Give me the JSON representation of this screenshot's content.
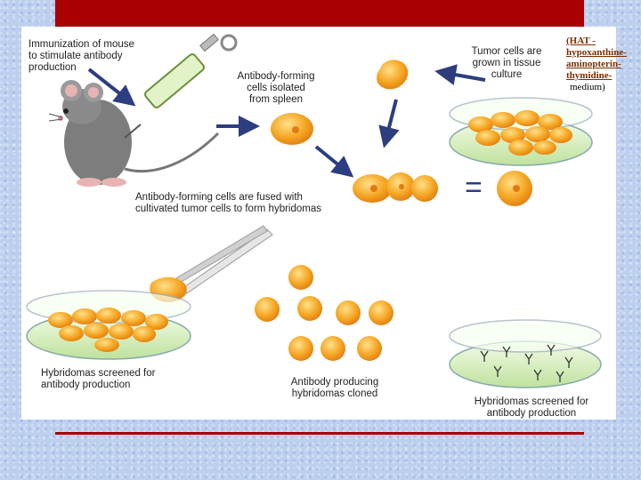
{
  "labels": {
    "immunization": [
      "Immunization of mouse",
      "to stimulate antibody",
      "production"
    ],
    "afc_isolated": [
      "Antibody-forming",
      "cells isolated",
      "from spleen"
    ],
    "tumor_cells": [
      "Tumor cells are",
      "grown in tissue",
      "culture"
    ],
    "fused": [
      "Antibody-forming cells are fused with",
      "cultivated tumor cells to form hybridomas"
    ],
    "screened_left": [
      "Hybridomas screened for",
      "antibody production"
    ],
    "cloned": [
      "Antibody producing",
      "hybridomas cloned"
    ],
    "screened_right": [
      "Hybridomas screened for",
      "antibody production"
    ],
    "equals": "="
  },
  "hat_note": {
    "line1": "(HAT -",
    "line2": "hypoxanthine-",
    "line3": "aminopterin-",
    "line4": "thymidine-",
    "line5": "medium)"
  },
  "colors": {
    "title_bar": "#a80000",
    "arrow": "#2c3e80",
    "cell_fill": "#f5a623",
    "dish_medium": "#cfe9b0"
  }
}
